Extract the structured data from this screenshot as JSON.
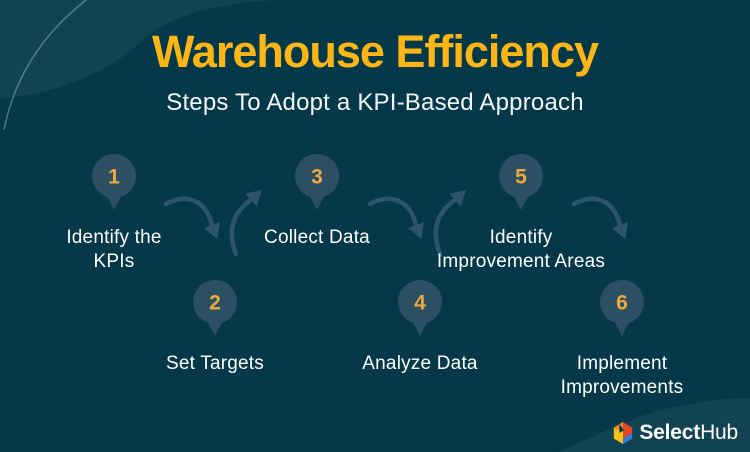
{
  "header": {
    "title": "Warehouse Efficiency",
    "subtitle": "Steps To Adopt a KPI-Based Approach"
  },
  "steps": [
    {
      "number": "1",
      "label": "Identify the KPIs",
      "lines": [
        "Identify the",
        "KPIs"
      ],
      "row": "top"
    },
    {
      "number": "2",
      "label": "Set Targets",
      "lines": [
        "Set Targets"
      ],
      "row": "bottom"
    },
    {
      "number": "3",
      "label": "Collect Data",
      "lines": [
        "Collect Data"
      ],
      "row": "top"
    },
    {
      "number": "4",
      "label": "Analyze Data",
      "lines": [
        "Analyze Data"
      ],
      "row": "bottom"
    },
    {
      "number": "5",
      "label": "Identify Improvement Areas",
      "lines": [
        "Identify",
        "Improvement Areas"
      ],
      "row": "top"
    },
    {
      "number": "6",
      "label": "Implement Improvements",
      "lines": [
        "Implement",
        "Improvements"
      ],
      "row": "bottom"
    }
  ],
  "arrows": [
    {
      "from": "1",
      "to": "2",
      "direction": "down-right"
    },
    {
      "from": "2",
      "to": "3",
      "direction": "up-right"
    },
    {
      "from": "3",
      "to": "4",
      "direction": "down-right"
    },
    {
      "from": "4",
      "to": "5",
      "direction": "up-right"
    },
    {
      "from": "5",
      "to": "6",
      "direction": "down-right"
    }
  ],
  "footer": {
    "logo_icon": "selecthub-cube-icon",
    "logo_text_bold": "Select",
    "logo_text_regular": "Hub"
  },
  "colors": {
    "background": "#05394a",
    "title_yellow": "#fbb515",
    "step_number_gold": "#eca93c",
    "pin_fill": "#2c4f63",
    "arrow_fill": "#2e536d",
    "text_white": "#ffffff",
    "logo_cube_orange": "#f08a24",
    "logo_cube_yellow": "#fbc21c",
    "logo_cube_red": "#e2472a",
    "logo_cube_blue": "#2d7fd3"
  }
}
